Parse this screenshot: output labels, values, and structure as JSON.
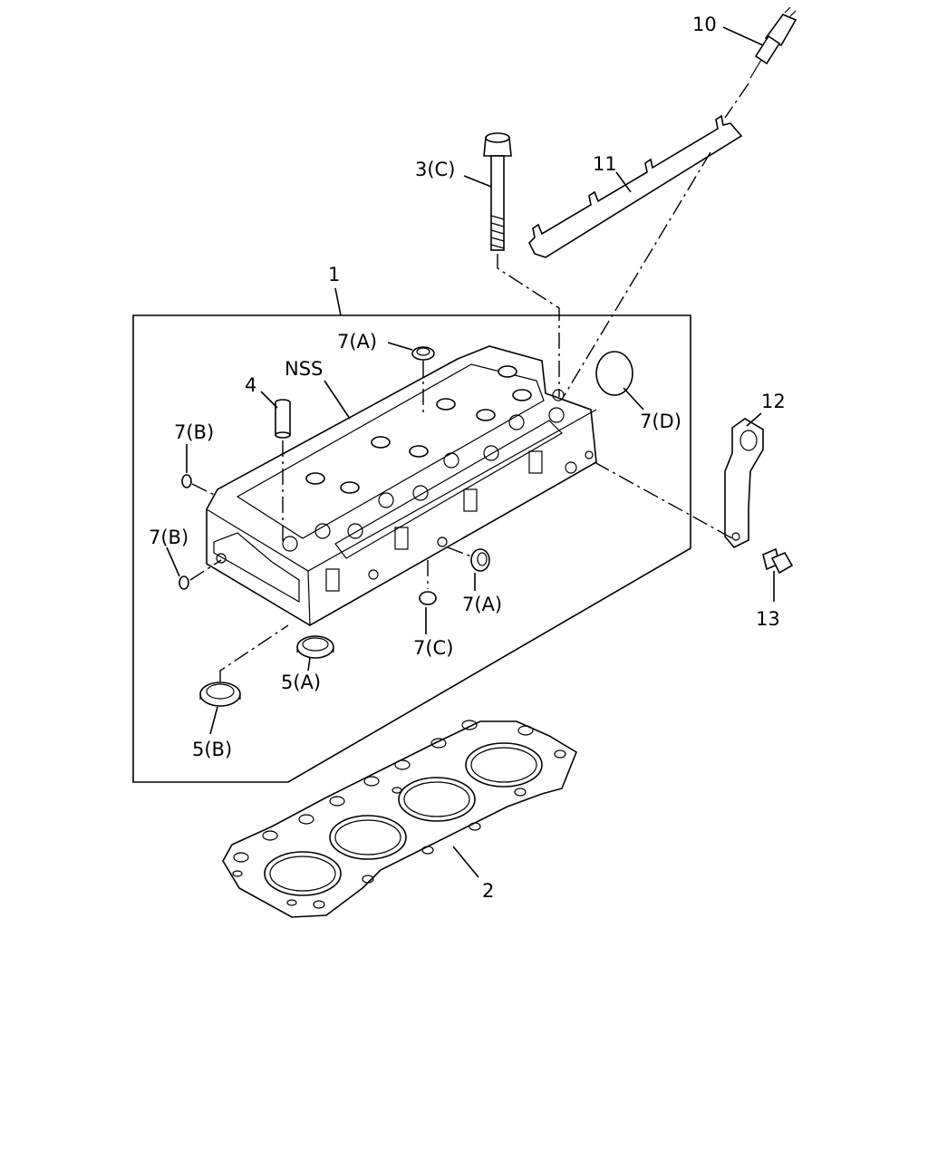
{
  "callouts": {
    "c1": "1",
    "c2": "2",
    "c3c": "3(C)",
    "c4": "4",
    "c5a": "5(A)",
    "c5b": "5(B)",
    "c7a_top": "7(A)",
    "c7a_bottom": "7(A)",
    "c7b_top": "7(B)",
    "c7b_left": "7(B)",
    "c7c": "7(C)",
    "c7d": "7(D)",
    "c10": "10",
    "c11": "11",
    "c12": "12",
    "c13": "13",
    "nss": "NSS"
  }
}
